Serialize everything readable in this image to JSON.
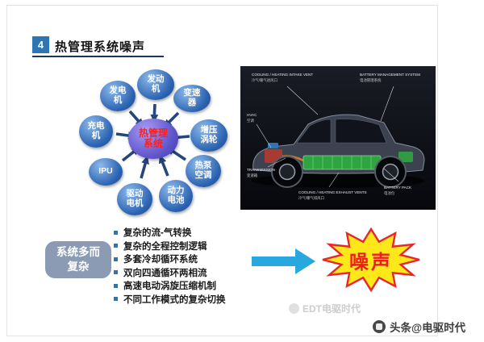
{
  "header": {
    "number": "4",
    "title": "热管理系统噪声"
  },
  "diagram": {
    "center_label": "热管理\n系统",
    "nodes": [
      {
        "id": "engine",
        "label": "发动\n机"
      },
      {
        "id": "transmission",
        "label": "变速\n器"
      },
      {
        "id": "turbocharger",
        "label": "增压\n涡轮"
      },
      {
        "id": "heat-pump-ac",
        "label": "热泵\n空调"
      },
      {
        "id": "power-battery",
        "label": "动力\n电池"
      },
      {
        "id": "drive-motor",
        "label": "驱动\n电机"
      },
      {
        "id": "ipu",
        "label": "IPU"
      },
      {
        "id": "charger",
        "label": "充电\n机"
      },
      {
        "id": "generator",
        "label": "发电\n机"
      }
    ]
  },
  "car_image": {
    "labels": [
      {
        "en": "COOLING / HEATING INTAKE VENT",
        "zh": "冷气/暖气进风口"
      },
      {
        "en": "BATTERY MANAGEMENT SYSTEM",
        "zh": "电池管理系统"
      },
      {
        "en": "HVAC",
        "zh": "空调"
      },
      {
        "en": "TRANSMISSION",
        "zh": "变速箱"
      },
      {
        "en": "COOLING / HEATING EXHAUST VENTS",
        "zh": "冷气/暖气排风口"
      },
      {
        "en": "BATTERY PACK",
        "zh": "电池包"
      }
    ]
  },
  "bottom": {
    "cause_label": "系统多而\n复杂",
    "bullets": [
      "复杂的流-气转换",
      "复杂的全程控制逻辑",
      "多套冷却循环系统",
      "双向四通循环两相流",
      "高速电动涡旋压缩机制",
      "不同工作模式的复杂切换"
    ],
    "noise_label": "噪声"
  },
  "watermarks": {
    "inner": "EDT电驱时代",
    "credit": "头条@电驱时代"
  },
  "colors": {
    "accent_blue": "#2e75b6",
    "node_blue": "#2a62b0",
    "hub_purple": "#5a50c8",
    "flow_arrow_blue": "#29a8e0",
    "burst_yellow": "#ffe81a",
    "burst_red": "#e8262a",
    "underline_navy": "#17375e"
  }
}
